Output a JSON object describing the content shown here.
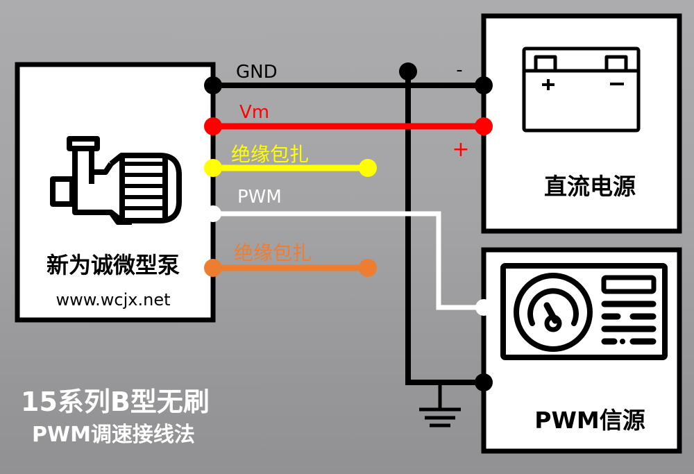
{
  "title": {
    "line1": "15系列B型无刷",
    "line2": "PWM调速接线法"
  },
  "pump_block": {
    "name": "新为诚微型泵",
    "website": "www.wcjx.net",
    "icon": "pump-motor-icon"
  },
  "dc_power_block": {
    "name": "直流电源",
    "icon": "battery-icon",
    "battery_plus": "+",
    "battery_minus": "−"
  },
  "pwm_source_block": {
    "name": "PWM信源",
    "icon": "signal-generator-icon"
  },
  "wires": [
    {
      "id": "gnd",
      "label": "GND",
      "color": "#000000",
      "from": "pump",
      "to": "dc_power_negative"
    },
    {
      "id": "vm",
      "label": "Vm",
      "color": "#ff0000",
      "from": "pump",
      "to": "dc_power_positive"
    },
    {
      "id": "yellow",
      "label": "绝缘包扎",
      "color": "#ffff00",
      "from": "pump",
      "to": "insulated_end"
    },
    {
      "id": "pwm",
      "label": "PWM",
      "color": "#ffffff",
      "from": "pump",
      "to": "pwm_source"
    },
    {
      "id": "orange",
      "label": "绝缘包扎",
      "color": "#ed7d31",
      "from": "pump",
      "to": "insulated_end"
    }
  ],
  "terminal_labels": {
    "negative": "-",
    "positive": "+"
  },
  "ground_symbol": "ground-icon"
}
